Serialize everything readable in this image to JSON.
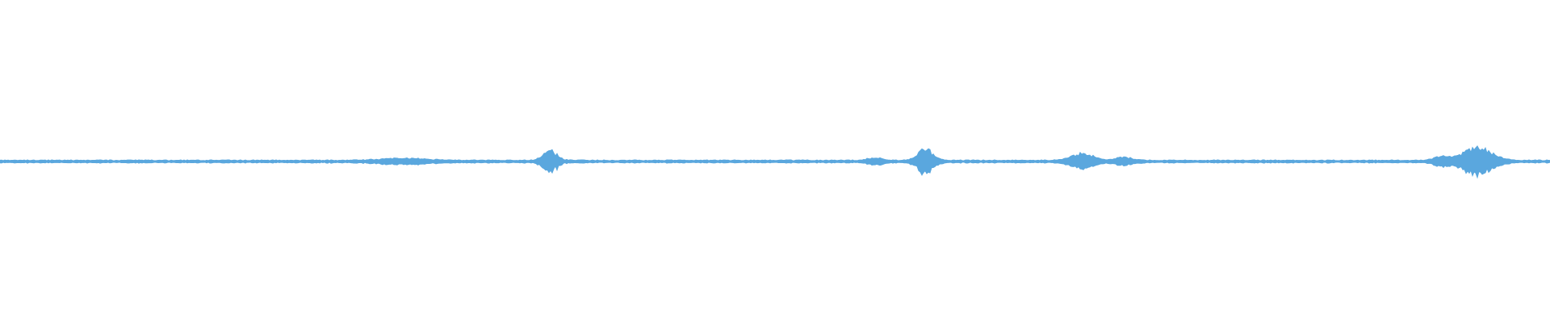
{
  "waveform": {
    "color": "#5aa7de",
    "background": "#ffffff",
    "baseline_amplitude": 0.01,
    "bursts": [
      {
        "center": 0.26,
        "width": 0.06,
        "amplitude": 0.015
      },
      {
        "center": 0.355,
        "width": 0.018,
        "amplitude": 0.07
      },
      {
        "center": 0.597,
        "width": 0.02,
        "amplitude": 0.08
      },
      {
        "center": 0.565,
        "width": 0.02,
        "amplitude": 0.02
      },
      {
        "center": 0.698,
        "width": 0.03,
        "amplitude": 0.05
      },
      {
        "center": 0.725,
        "width": 0.02,
        "amplitude": 0.025
      },
      {
        "center": 0.953,
        "width": 0.04,
        "amplitude": 0.09
      },
      {
        "center": 0.93,
        "width": 0.02,
        "amplitude": 0.025
      }
    ]
  }
}
